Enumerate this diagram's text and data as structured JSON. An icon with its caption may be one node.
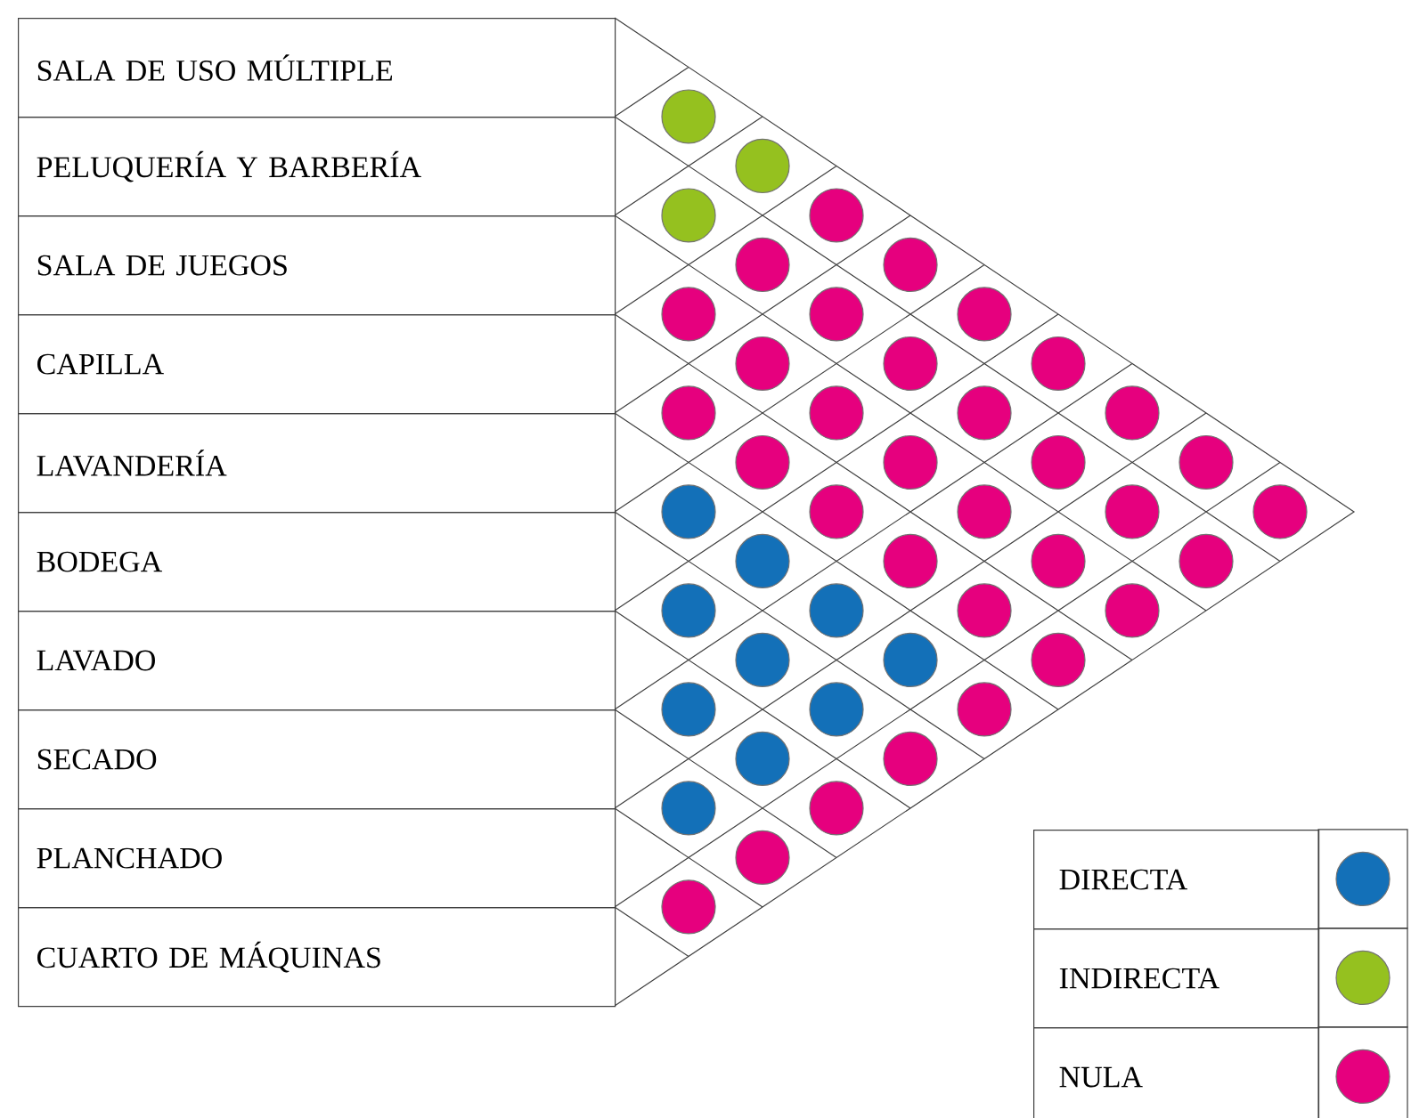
{
  "diagram": {
    "nodes": [
      {
        "text": [
          "SALA DE USO MÚLTIPLE"
        ]
      },
      {
        "text": [
          "PELUQUERÍA Y BARBERÍA"
        ]
      },
      {
        "text": [
          "SALA DE JUEGOS"
        ]
      },
      {
        "text": [
          "CAPILLA"
        ]
      },
      {
        "text": [
          "LAVANDERÍA"
        ]
      },
      {
        "text": [
          "BODEGA"
        ]
      },
      {
        "text": [
          "LAVADO"
        ]
      },
      {
        "text": [
          "SECADO"
        ]
      },
      {
        "text": [
          "PLANCHADO"
        ]
      },
      {
        "text": [
          "CUARTO DE MÁQUINAS"
        ]
      }
    ],
    "legend": [
      {
        "text": "DIRECTA",
        "color": "#1370b8"
      },
      {
        "text": "INDIRECTA",
        "color": "#95c11f"
      },
      {
        "text": "NULA",
        "color": "#e6007e"
      }
    ]
  }
}
